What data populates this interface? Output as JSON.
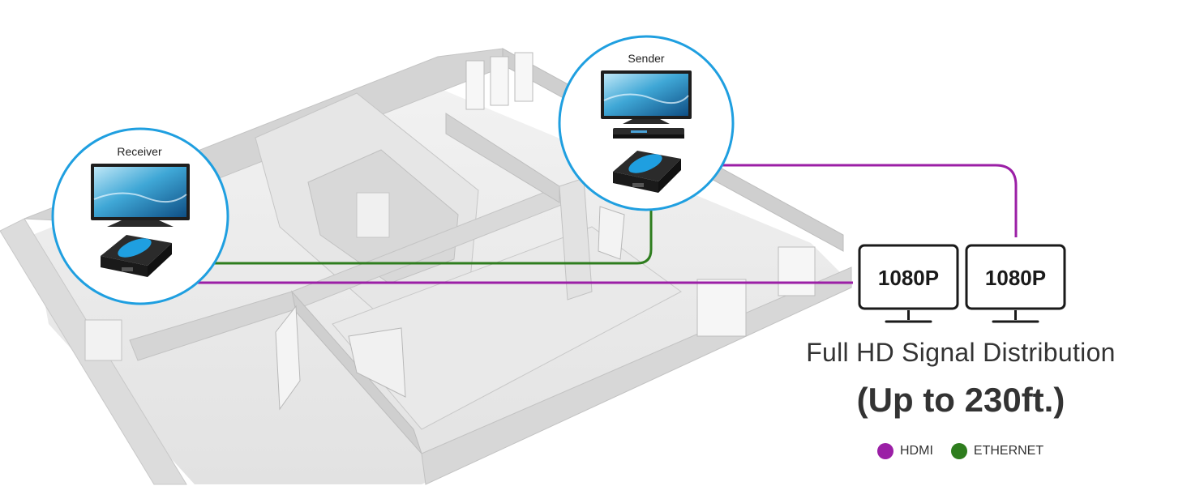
{
  "labels": {
    "receiver": "Receiver",
    "sender": "Sender"
  },
  "monitors": [
    {
      "resolution": "1080P"
    },
    {
      "resolution": "1080P"
    }
  ],
  "caption": {
    "line1": "Full HD Signal Distribution",
    "line2": "(Up to 230ft.)"
  },
  "legend": [
    {
      "label": "HDMI",
      "color": "#9b1fa6"
    },
    {
      "label": "ETHERNET",
      "color": "#2e7d1e"
    }
  ],
  "colors": {
    "hdmi": "#9b1fa6",
    "ethernet": "#2e7d1e",
    "circle_border": "#1f9fe0",
    "monitor_outline": "#1a1a1a"
  }
}
